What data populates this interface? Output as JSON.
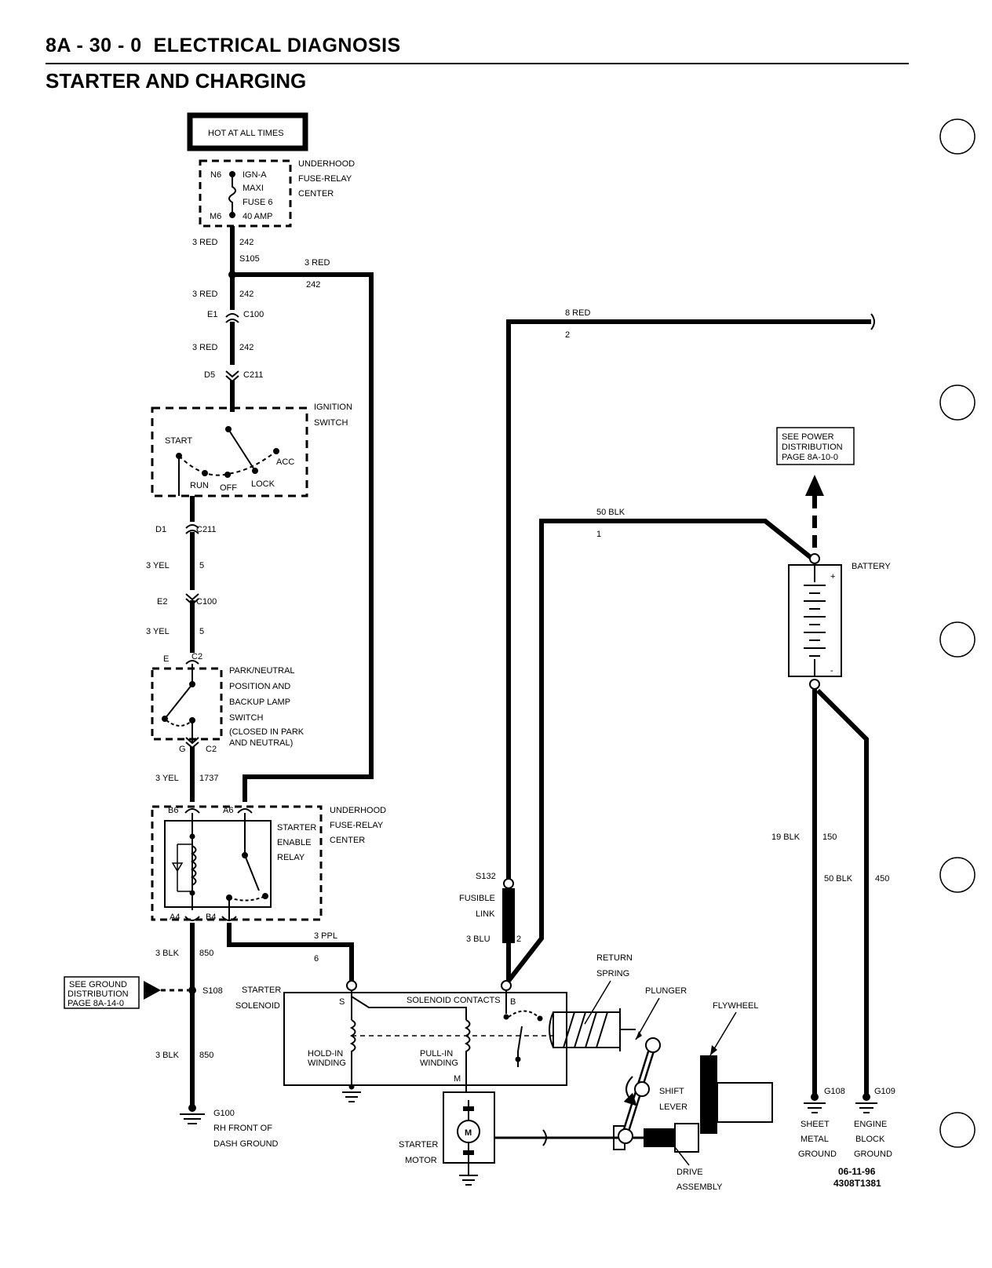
{
  "header": {
    "code": "8A - 30 - 0",
    "section": "ELECTRICAL DIAGNOSIS",
    "title": "STARTER AND CHARGING"
  },
  "labels": {
    "hot": "HOT AT ALL TIMES",
    "fuse_center": [
      "UNDERHOOD",
      "FUSE-RELAY",
      "CENTER"
    ],
    "fuse_pins": [
      "N6",
      "M6"
    ],
    "fuse_name": [
      "IGN-A",
      "MAXI",
      "FUSE 6",
      "40 AMP"
    ],
    "wire_3red": "3 RED",
    "circ_242": "242",
    "splice_s105": "S105",
    "pin_e1": "E1",
    "c100": "C100",
    "pin_d5": "D5",
    "c211": "C211",
    "ign_switch": [
      "IGNITION",
      "SWITCH"
    ],
    "ign_pos": {
      "start": "START",
      "run": "RUN",
      "off": "OFF",
      "lock": "LOCK",
      "acc": "ACC"
    },
    "pin_d1": "D1",
    "wire_3yel": "3 YEL",
    "circ_5": "5",
    "pin_e2": "E2",
    "pin_e": "E",
    "c2": "C2",
    "pin_g": "G",
    "pn_switch": [
      "PARK/NEUTRAL",
      "POSITION AND",
      "BACKUP LAMP",
      "SWITCH",
      "(CLOSED IN PARK",
      "AND NEUTRAL)"
    ],
    "circ_1737": "1737",
    "relay_pins": {
      "b6": "B6",
      "a6": "A6",
      "a4": "A4",
      "b4": "B4"
    },
    "relay_name": [
      "STARTER",
      "ENABLE",
      "RELAY"
    ],
    "wire_3blk": "3 BLK",
    "circ_850": "850",
    "ground_dist": [
      "SEE GROUND",
      "DISTRIBUTION",
      "PAGE 8A-14-0"
    ],
    "splice_s108": "S108",
    "g100": [
      "G100",
      "RH FRONT OF",
      "DASH GROUND"
    ],
    "wire_3ppl": "3 PPL",
    "circ_6": "6",
    "starter_solenoid": [
      "STARTER",
      "SOLENOID"
    ],
    "term_s": "S",
    "term_b": "B",
    "term_m": "M",
    "solenoid_contacts": "SOLENOID CONTACTS",
    "hold_in": [
      "HOLD-IN",
      "WINDING"
    ],
    "pull_in": [
      "PULL-IN",
      "WINDING"
    ],
    "starter_motor": [
      "STARTER",
      "MOTOR"
    ],
    "motor_symbol": "M",
    "return_spring": [
      "RETURN",
      "SPRING"
    ],
    "plunger": "PLUNGER",
    "flywheel": "FLYWHEEL",
    "shift_lever": [
      "SHIFT",
      "LEVER"
    ],
    "drive_assembly": [
      "DRIVE",
      "ASSEMBLY"
    ],
    "s132": "S132",
    "fusible_link": [
      "FUSIBLE",
      "LINK"
    ],
    "wire_3blu": "3 BLU",
    "circ_2": "2",
    "wire_8red": "8 RED",
    "wire_50blk": "50 BLK",
    "circ_1": "1",
    "power_dist": [
      "SEE POWER",
      "DISTRIBUTION",
      "PAGE 8A-10-0"
    ],
    "battery": "BATTERY",
    "plus": "+",
    "minus": "-",
    "wire_19blk": "19 BLK",
    "circ_150": "150",
    "circ_450": "450",
    "g108": "G108",
    "g109": "G109",
    "sheet_metal": [
      "SHEET",
      "METAL",
      "GROUND"
    ],
    "engine_block": [
      "ENGINE",
      "BLOCK",
      "GROUND"
    ],
    "date": "06-11-96",
    "figure_id": "4308T1381"
  }
}
